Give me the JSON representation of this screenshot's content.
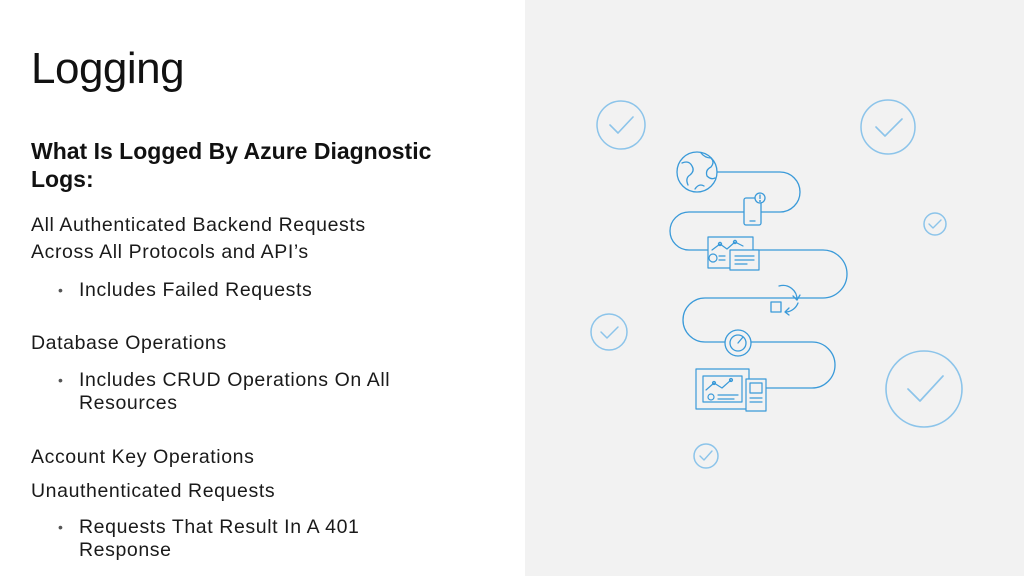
{
  "slide": {
    "title": "Logging",
    "subtitle": "What Is Logged By Azure Diagnostic Logs:",
    "sections": [
      {
        "heading_lines": [
          "All Authenticated Backend Requests",
          "Across All Protocols and API’s"
        ],
        "bullets": [
          [
            "Includes Failed Requests"
          ]
        ]
      },
      {
        "heading_lines": [
          "Database Operations"
        ],
        "bullets": [
          [
            "Includes CRUD Operations On All",
            "Resources"
          ]
        ]
      },
      {
        "heading_lines": [
          "Account Key Operations"
        ],
        "bullets": []
      },
      {
        "heading_lines": [
          "Unauthenticated Requests"
        ],
        "bullets": [
          [
            "Requests That Result In A 401",
            "Response"
          ]
        ]
      }
    ],
    "bullet_glyph": "•"
  },
  "illustration": {
    "line_color": "#3a9ad9",
    "light_color": "#8cc4ea",
    "icons": [
      "globe-icon",
      "mobile-alert-icon",
      "dashboard-icon",
      "sync-icon",
      "gauge-icon",
      "devices-icon",
      "check-circle-icon"
    ]
  }
}
